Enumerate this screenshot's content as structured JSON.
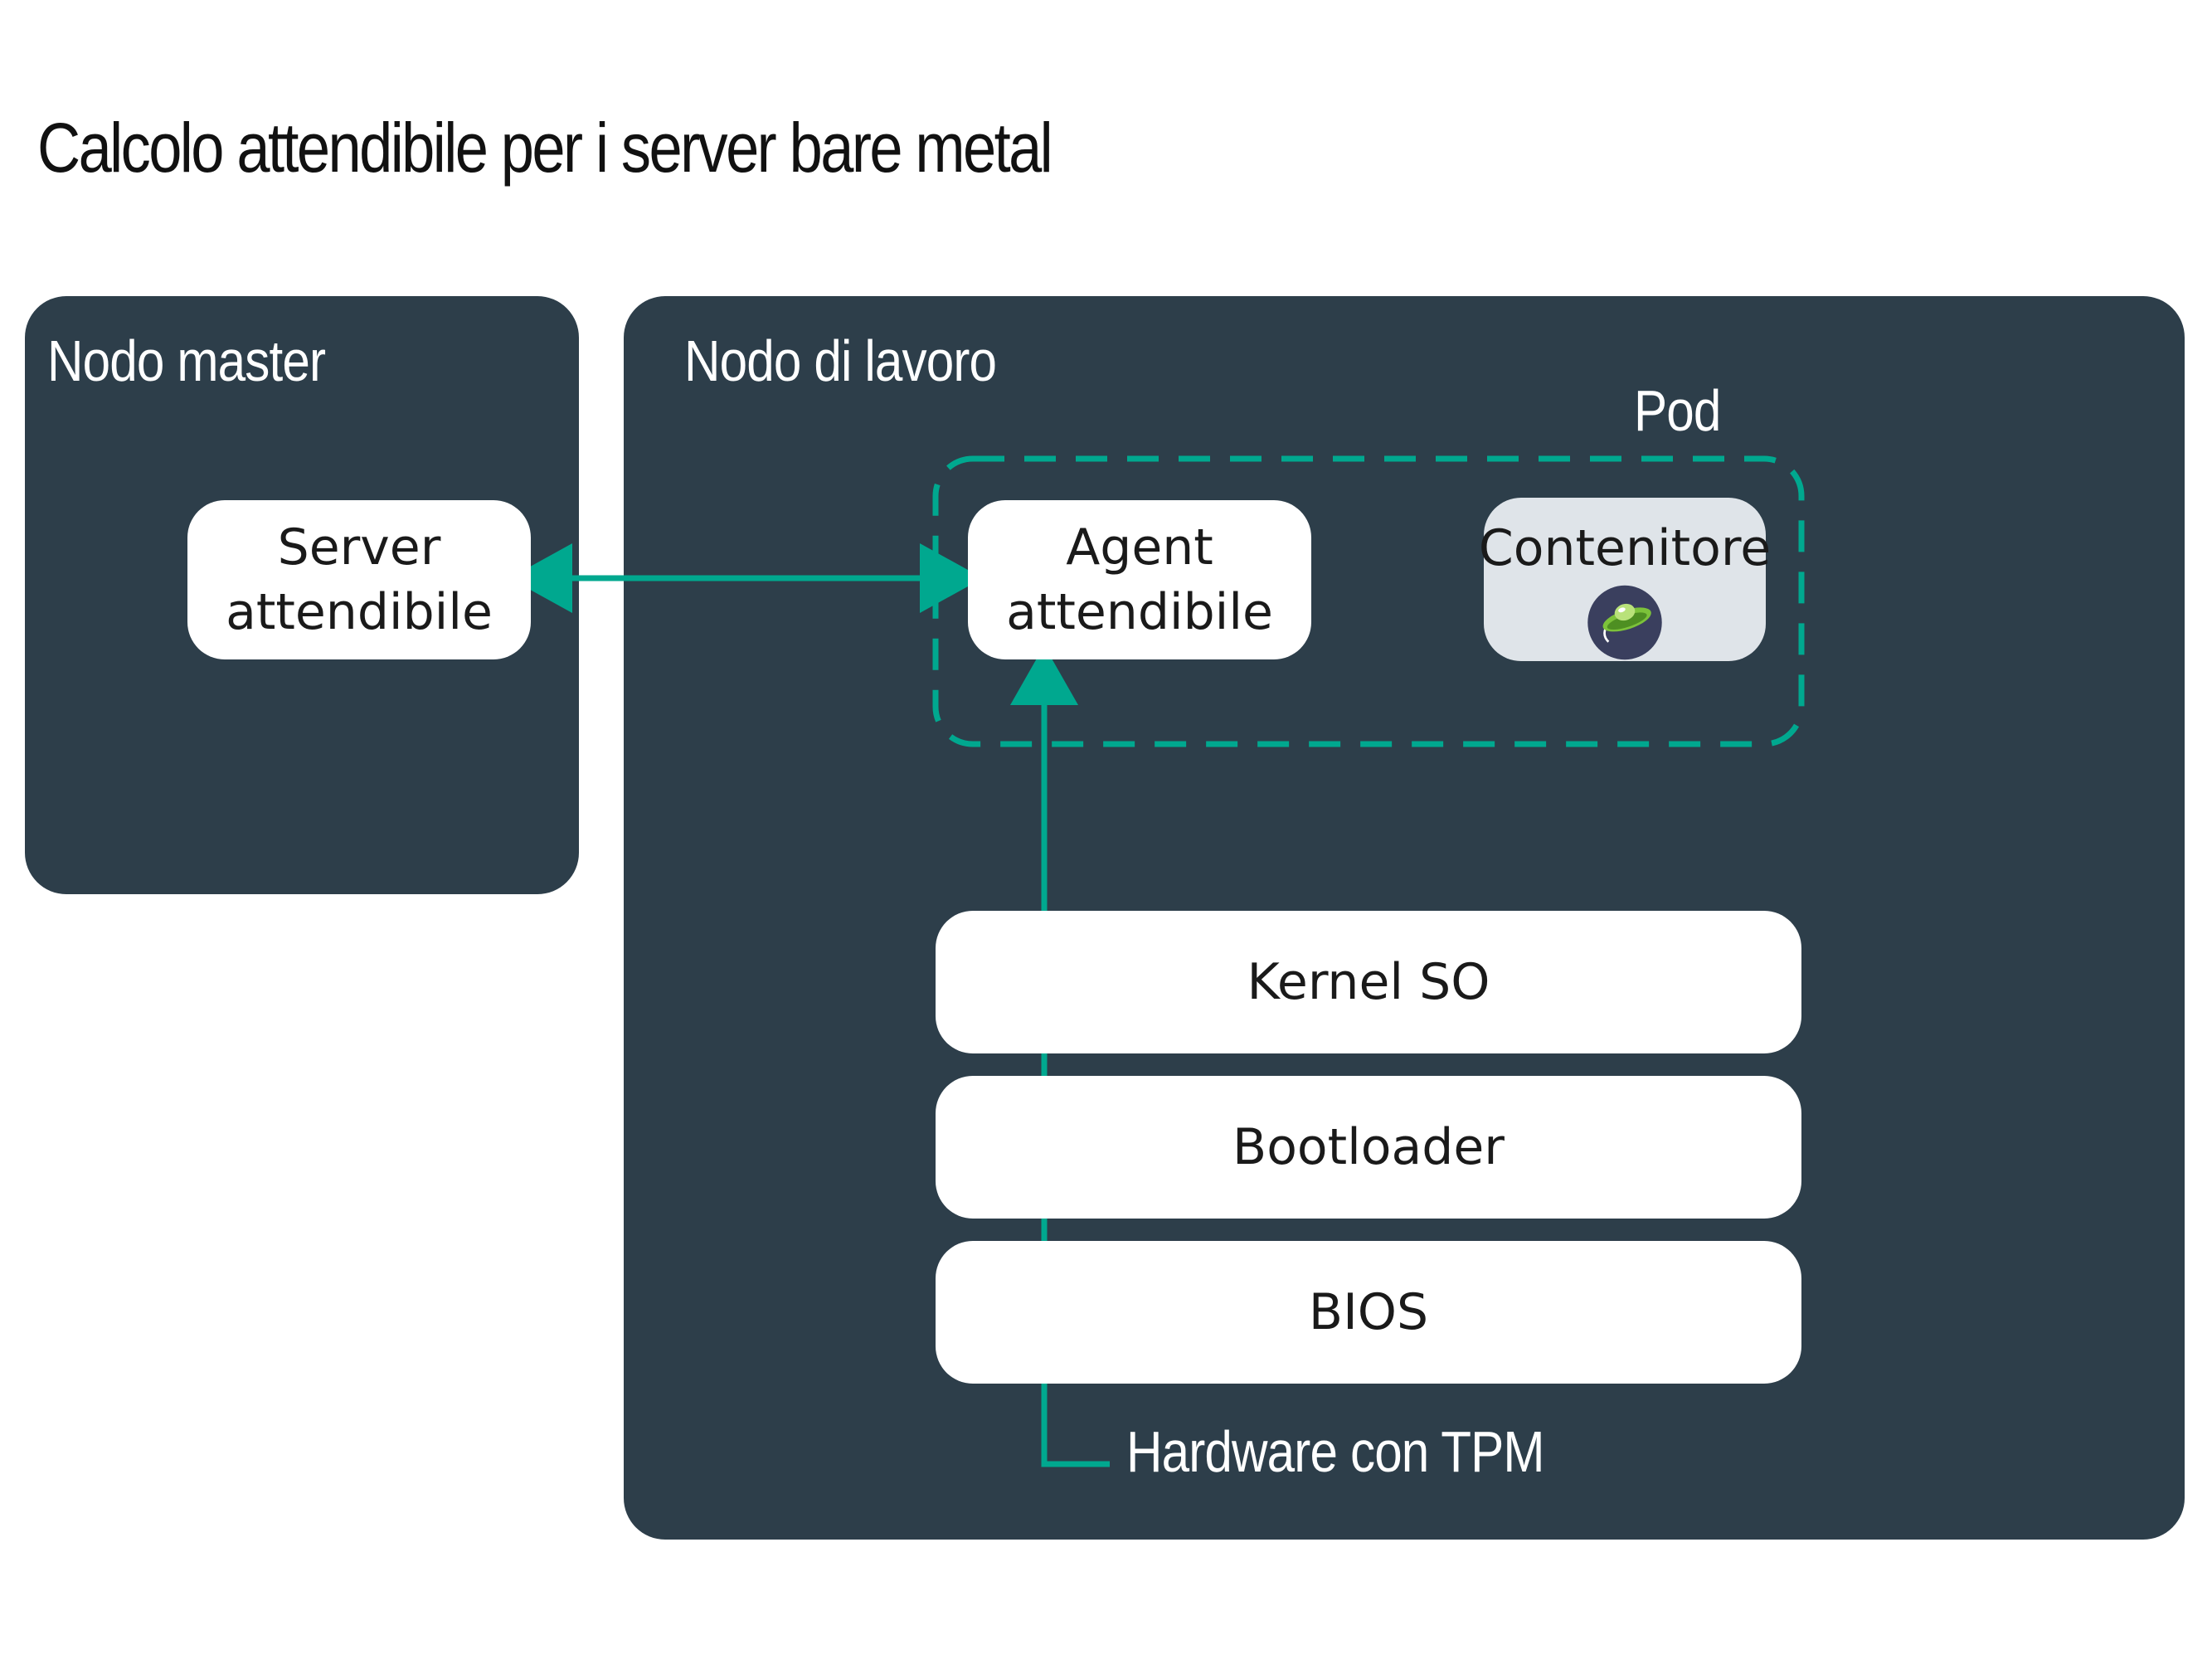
{
  "title": "Calcolo attendibile per i server bare metal",
  "master": {
    "label": "Nodo master",
    "server_lines": [
      "Server",
      "attendibile"
    ]
  },
  "worker": {
    "label": "Nodo di lavoro",
    "pod_label": "Pod",
    "agent_lines": [
      "Agent",
      "attendibile"
    ],
    "container_label": "Contenitore",
    "container_icon": "ufo-icon",
    "layers": [
      "Kernel SO",
      "Bootloader",
      "BIOS"
    ],
    "hardware_label": "Hardware con TPM"
  },
  "colors": {
    "panel": "#2d3e4a",
    "accent": "#00a88f",
    "container": "#dfe4e9"
  }
}
